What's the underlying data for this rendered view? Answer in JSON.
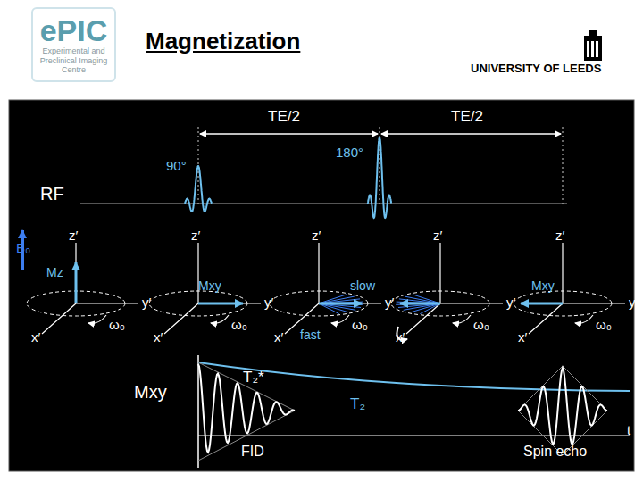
{
  "diagram": {
    "title": "Magnetization",
    "nodes": [
      {
        "text": [
          "ePIC",
          "Experimental and Preclinical Imaging Centre"
        ]
      }
    ],
    "labels": [
      "UNIVERSITY OF LEEDS",
      "TE/2",
      "TE/2",
      "90°",
      "180°",
      "RF",
      "B₀",
      "z′",
      "Mz",
      "y′",
      "x′",
      "ω₀",
      "z′",
      "Mxy",
      "y′",
      "x′",
      "ω₀",
      "z′",
      "slow",
      "fast",
      "y′",
      "x′",
      "ω₀",
      "z′",
      "y′",
      "x′",
      "ω₀",
      "z′",
      "Mxy",
      "y′",
      "x′",
      "ω₀",
      "Mxy",
      "T₂*",
      "T₂",
      "t",
      "FID",
      "Spin echo"
    ]
  }
}
